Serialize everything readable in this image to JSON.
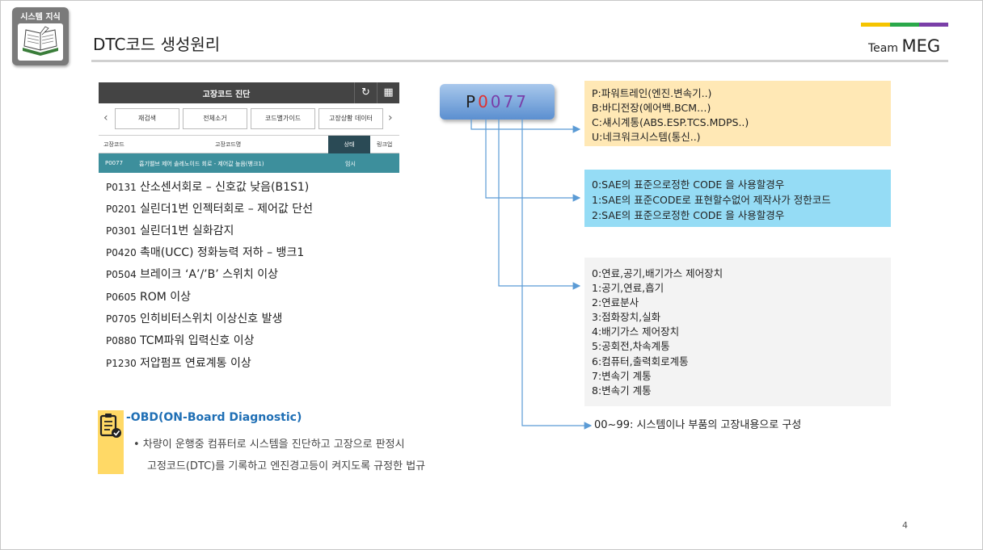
{
  "header": {
    "badge_label": "시스템 지식",
    "title": "DTC코드 생성원리",
    "team_prefix": "Team",
    "team_name": "MEG",
    "brand_colors": [
      "#f5c400",
      "#2aa84a",
      "#7a3fa8"
    ]
  },
  "app": {
    "title": "고장코드 진단",
    "refresh_icon": "refresh-icon",
    "grid_icon": "grid-icon",
    "tabs": [
      "재검색",
      "전체소거",
      "코드별가이드",
      "고장상황 데이터"
    ],
    "columns": {
      "code": "고장코드",
      "name": "고장코드명",
      "status": "상태",
      "link": "링크업"
    },
    "row": {
      "code": "P0077",
      "name": "흡기밸브 제어 솔레노이드 회로 - 제어값 높음(뱅크1)",
      "status": "임시"
    }
  },
  "codes": [
    {
      "code": "P0131",
      "desc": "산소센서회로 – 신호값 낮음(B1S1)"
    },
    {
      "code": "P0201",
      "desc": "실린더1번 인젝터회로 – 제어값 단선"
    },
    {
      "code": "P0301",
      "desc": "실린더1번 실화감지"
    },
    {
      "code": "P0420",
      "desc": "촉매(UCC) 정화능력 저하 – 뱅크1"
    },
    {
      "code": "P0504",
      "desc": "브레이크 ‘A’/’B’ 스위치 이상"
    },
    {
      "code": "P0605",
      "desc": "ROM 이상"
    },
    {
      "code": "P0705",
      "desc": "인히비터스위치 이상신호 발생"
    },
    {
      "code": "P0880",
      "desc": "TCM파워 입력신호 이상"
    },
    {
      "code": "P1230",
      "desc": "저압펌프 연료계통 이상"
    }
  ],
  "obd": {
    "title": "-OBD(ON-Board Diagnostic)",
    "lines": [
      "•  차량이 운행중 컴퓨터로 시스템을 진단하고 고장으로 판정시",
      "고정코드(DTC)를 기록하고 엔진경고등이 켜지도록 규정한 법규"
    ],
    "icon": "clipboard-check-icon"
  },
  "dtc": {
    "p": "P",
    "d1": "0",
    "d2": "0",
    "d3": "7",
    "d4": "7"
  },
  "box_system": [
    "P:파워트레인(엔진.변속기..)",
    "B:바디전장(에어백.BCM…)",
    "C:섀시계통(ABS.ESP.TCS.MDPS..)",
    "U:네크워크시스템(통신..)"
  ],
  "box_standard": [
    "0:SAE의 표준으로정한 CODE 을 사용할경우",
    "1:SAE의 표준CODE로 표현할수없어 제작사가 정한코드",
    "2:SAE의 표준으로정한 CODE 을 사용할경우"
  ],
  "box_subsystem": [
    "0:연료,공기,배기가스 제어장치",
    "1:공기,연료,흡기",
    "2:연료분사",
    "3:점화장치,실화",
    "4:배기가스 제어장치",
    "5:공회전,차속계통",
    "6:컴퓨터,출력회로계통",
    "7:변속기 계통",
    "8:변속기 계통"
  ],
  "last_line": "00~99:  시스템이나 부품의 고장내용으로 구성",
  "page_number": "4",
  "connector_color": "#5b9bd5"
}
